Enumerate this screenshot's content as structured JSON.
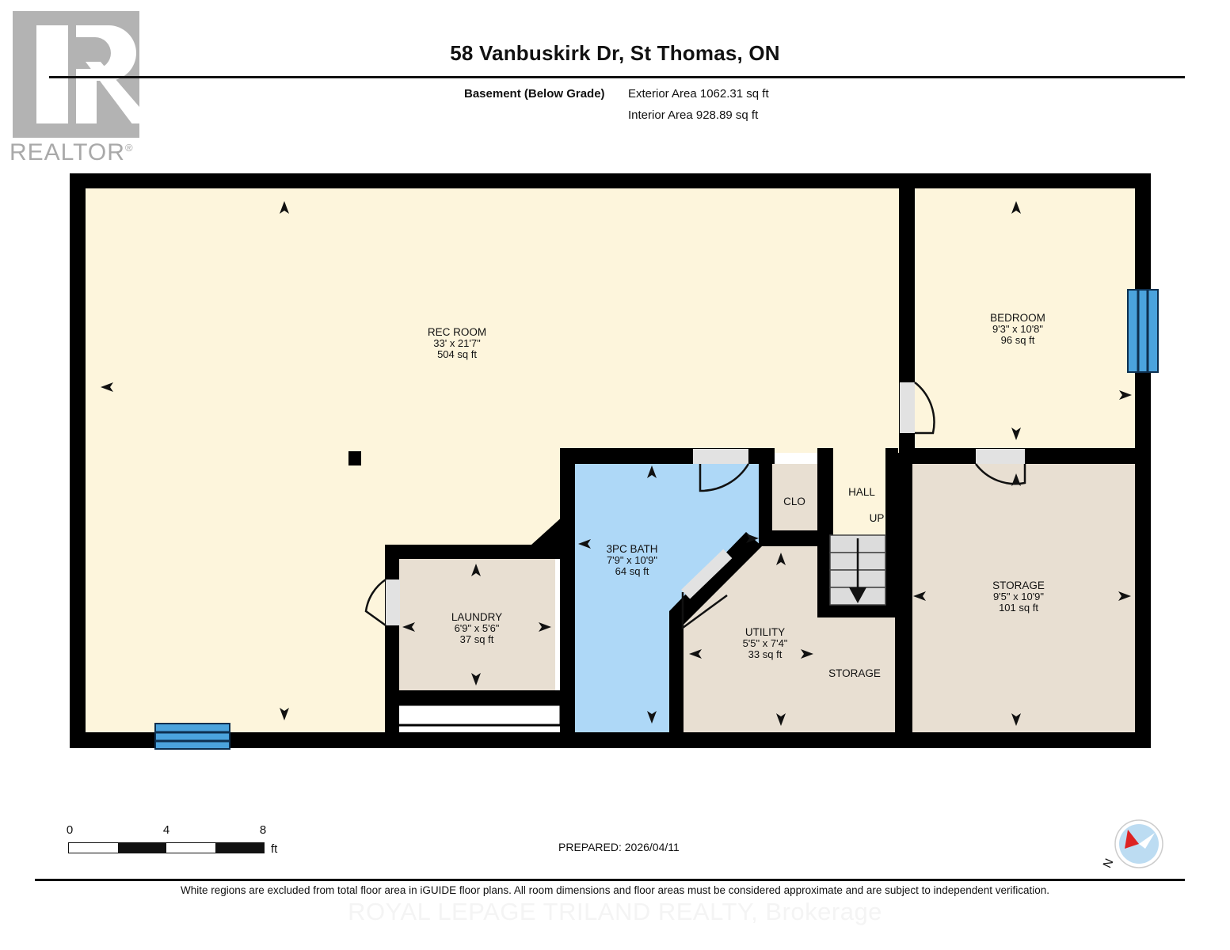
{
  "logo": {
    "word": "REALTOR",
    "registered": "®"
  },
  "header": {
    "title": "58 Vanbuskirk Dr, St Thomas, ON",
    "floor_label": "Basement (Below Grade)",
    "exterior_area": "Exterior Area 1062.31 sq ft",
    "interior_area": "Interior Area 928.89 sq ft"
  },
  "rooms": [
    {
      "name": "REC ROOM",
      "dimensions": "33' x 21'7\"",
      "area": "504 sq ft",
      "fill": "#fdf5dc"
    },
    {
      "name": "BEDROOM",
      "dimensions": "9'3\" x 10'8\"",
      "area": "96 sq ft",
      "fill": "#fdf5dc"
    },
    {
      "name": "3PC BATH",
      "dimensions": "7'9\" x 10'9\"",
      "area": "64 sq ft",
      "fill": "#aed8f7"
    },
    {
      "name": "LAUNDRY",
      "dimensions": "6'9\" x 5'6\"",
      "area": "37 sq ft",
      "fill": "#e8dfd2"
    },
    {
      "name": "UTILITY",
      "dimensions": "5'5\" x 7'4\"",
      "area": "33 sq ft",
      "fill": "#e8dfd2"
    },
    {
      "name": "STORAGE",
      "dimensions": "9'5\" x 10'9\"",
      "area": "101 sq ft",
      "fill": "#e8dfd2"
    },
    {
      "name": "CLO",
      "dimensions": "",
      "area": "",
      "fill": "#e8dfd2"
    },
    {
      "name": "HALL",
      "dimensions": "",
      "area": "",
      "fill": "#fdf5dc"
    },
    {
      "name": "STORAGE",
      "dimensions": "",
      "area": "",
      "fill": "#e8dfd2"
    }
  ],
  "annotations": {
    "stairs_up": "UP"
  },
  "scale": {
    "ticks": [
      "0",
      "4",
      "8"
    ],
    "unit": "ft"
  },
  "prepared": "PREPARED: 2026/04/11",
  "compass": {
    "label": "N"
  },
  "disclaimer": "White regions are excluded from total floor area in iGUIDE floor plans. All room dimensions and floor areas must be considered approximate and are subject to independent verification.",
  "watermark": "ROYAL LEPAGE TRILAND REALTY, Brokerage",
  "colors": {
    "wall": "#000000",
    "cream": "#fdf5dc",
    "beige": "#e8dfd2",
    "bath_blue": "#aed8f7",
    "window_blue": "#4ba3dd",
    "stair_gray": "#dcdcdc",
    "door_gray": "#e2e2e2"
  }
}
